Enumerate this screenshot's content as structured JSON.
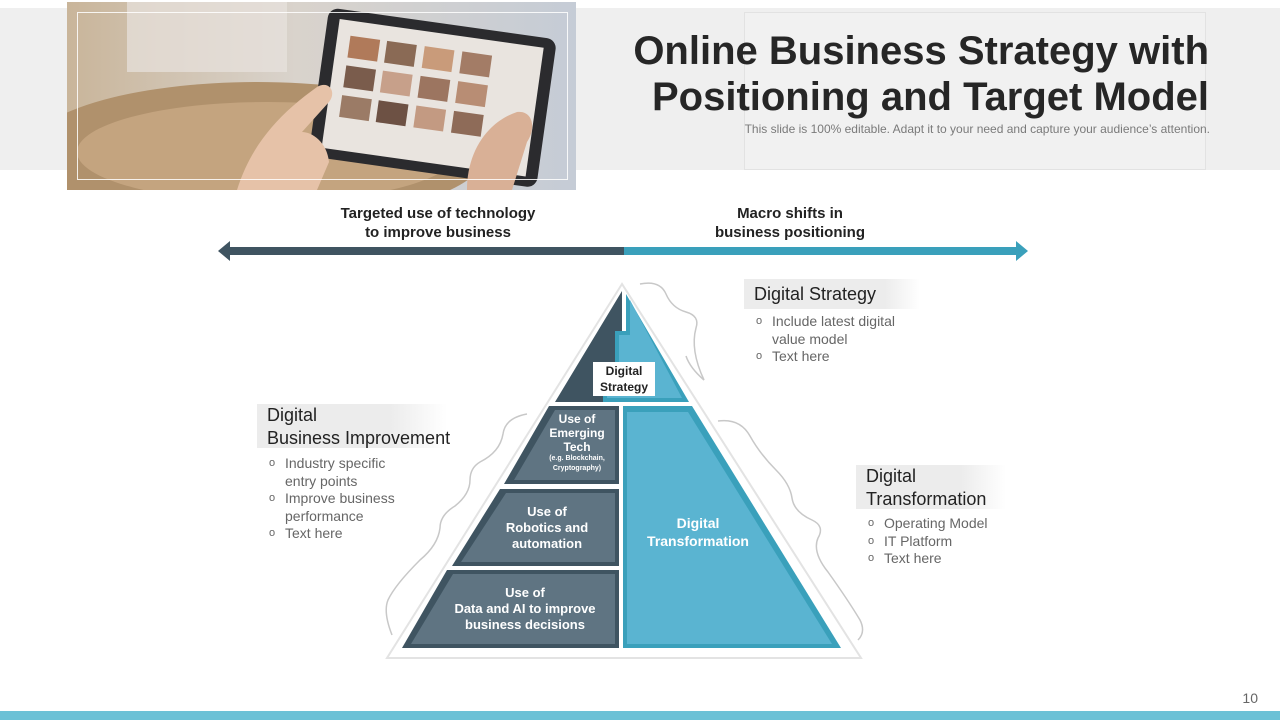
{
  "slide": {
    "title": "Online Business Strategy with Positioning and Target Model",
    "subtitle": "This slide is 100% editable. Adapt it to your need and capture your audience’s attention.",
    "page_number": "10"
  },
  "arrow": {
    "left_label_line1": "Targeted use of technology",
    "left_label_line2": "to improve business",
    "right_label_line1": "Macro shifts in",
    "right_label_line2": "business positioning"
  },
  "pyramid": {
    "top_label_line1": "Digital",
    "top_label_line2": "Strategy",
    "tier1_line1": "Use of",
    "tier1_line2": "Emerging",
    "tier1_line3": "Tech",
    "tier1_small_line1": "(e.g. Blockchain,",
    "tier1_small_line2": "Cryptography)",
    "tier2_line1": "Use of",
    "tier2_line2": "Robotics  and",
    "tier2_line3": "automation",
    "tier3_line1": "Use of",
    "tier3_line2": "Data and AI to improve",
    "tier3_line3": "business  decisions",
    "right_line1": "Digital",
    "right_line2": "Transformation"
  },
  "callouts": {
    "strategy": {
      "heading": "Digital Strategy",
      "bullets": [
        "Include latest digital",
        "value model",
        "Text here"
      ]
    },
    "improvement": {
      "heading_line1": "Digital",
      "heading_line2": "Business Improvement",
      "bullets": [
        "Industry specific",
        "entry points",
        "Improve business",
        "performance",
        "Text here"
      ]
    },
    "transformation": {
      "heading_line1": "Digital",
      "heading_line2": "Transformation",
      "bullets": [
        "Operating Model",
        "IT Platform",
        "Text here"
      ]
    },
    "bullet_glyph": "o"
  },
  "colors": {
    "dark_slate": "#3f5461",
    "tier_slate": "#5f7482",
    "teal": "#3aa0bb",
    "light_teal": "#5ab4d1",
    "accent_bar": "#6cc1d6"
  },
  "icons": {
    "bullet": "circle-bullet-icon",
    "arrow": "double-headed-arrow-icon",
    "brace": "curly-brace-icon"
  }
}
